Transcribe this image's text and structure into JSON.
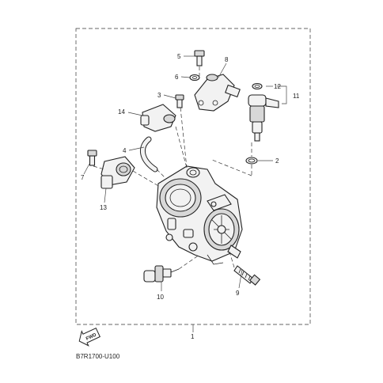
{
  "callouts": [
    {
      "id": "c1",
      "label": "1"
    },
    {
      "id": "c2",
      "label": "2"
    },
    {
      "id": "c3",
      "label": "3"
    },
    {
      "id": "c4",
      "label": "4"
    },
    {
      "id": "c5",
      "label": "5"
    },
    {
      "id": "c6",
      "label": "6"
    },
    {
      "id": "c7",
      "label": "7"
    },
    {
      "id": "c8",
      "label": "8"
    },
    {
      "id": "c9",
      "label": "9"
    },
    {
      "id": "c10",
      "label": "10"
    },
    {
      "id": "c11",
      "label": "11"
    },
    {
      "id": "c12",
      "label": "12"
    },
    {
      "id": "c13",
      "label": "13"
    },
    {
      "id": "c14",
      "label": "14"
    }
  ],
  "fwd_label": "FWD",
  "reference_code": "B7R1700-U100",
  "colors": {
    "line": "#222222",
    "part_fill": "#f2f2f2",
    "shade": "#d8d8d8"
  }
}
